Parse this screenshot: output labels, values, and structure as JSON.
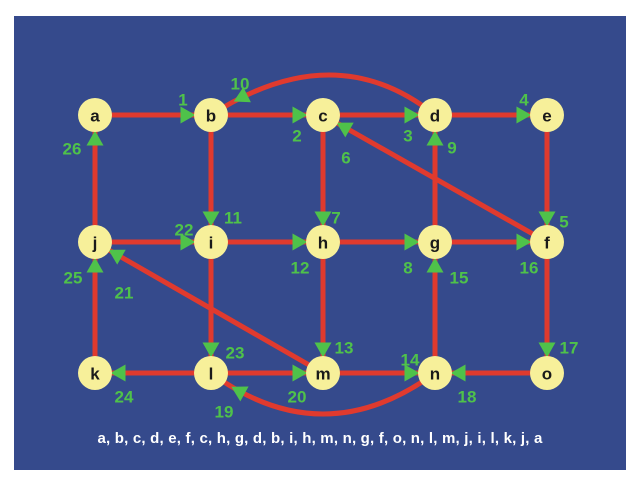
{
  "colors": {
    "background": "#354a8c",
    "edge": "#e03a2e",
    "node_fill": "#f7f09a",
    "arrow": "#4fc24a",
    "order_text": "#4fc24a",
    "sequence_text": "#ffffff"
  },
  "nodes": [
    {
      "id": "a",
      "label": "a"
    },
    {
      "id": "b",
      "label": "b"
    },
    {
      "id": "c",
      "label": "c"
    },
    {
      "id": "d",
      "label": "d"
    },
    {
      "id": "e",
      "label": "e"
    },
    {
      "id": "j",
      "label": "j"
    },
    {
      "id": "i",
      "label": "i"
    },
    {
      "id": "h",
      "label": "h"
    },
    {
      "id": "g",
      "label": "g"
    },
    {
      "id": "f",
      "label": "f"
    },
    {
      "id": "k",
      "label": "k"
    },
    {
      "id": "l",
      "label": "l"
    },
    {
      "id": "m",
      "label": "m"
    },
    {
      "id": "n",
      "label": "n"
    },
    {
      "id": "o",
      "label": "o"
    }
  ],
  "edges": [
    {
      "step": "1",
      "from": "a",
      "to": "b"
    },
    {
      "step": "2",
      "from": "b",
      "to": "c"
    },
    {
      "step": "3",
      "from": "c",
      "to": "d"
    },
    {
      "step": "4",
      "from": "d",
      "to": "e"
    },
    {
      "step": "5",
      "from": "e",
      "to": "f"
    },
    {
      "step": "6",
      "from": "f",
      "to": "c"
    },
    {
      "step": "7",
      "from": "c",
      "to": "h"
    },
    {
      "step": "8",
      "from": "h",
      "to": "g"
    },
    {
      "step": "9",
      "from": "g",
      "to": "d"
    },
    {
      "step": "10",
      "from": "d",
      "to": "b",
      "curved": true
    },
    {
      "step": "11",
      "from": "b",
      "to": "i"
    },
    {
      "step": "12",
      "from": "i",
      "to": "h"
    },
    {
      "step": "13",
      "from": "h",
      "to": "m"
    },
    {
      "step": "14",
      "from": "m",
      "to": "n"
    },
    {
      "step": "15",
      "from": "n",
      "to": "g"
    },
    {
      "step": "16",
      "from": "g",
      "to": "f"
    },
    {
      "step": "17",
      "from": "f",
      "to": "o"
    },
    {
      "step": "18",
      "from": "o",
      "to": "n"
    },
    {
      "step": "19",
      "from": "n",
      "to": "l",
      "curved": true
    },
    {
      "step": "20",
      "from": "l",
      "to": "m"
    },
    {
      "step": "21",
      "from": "m",
      "to": "j"
    },
    {
      "step": "22",
      "from": "j",
      "to": "i"
    },
    {
      "step": "23",
      "from": "i",
      "to": "l"
    },
    {
      "step": "24",
      "from": "l",
      "to": "k"
    },
    {
      "step": "25",
      "from": "k",
      "to": "j"
    },
    {
      "step": "26",
      "from": "j",
      "to": "a"
    }
  ],
  "sequence": "a, b, c, d, e, f, c, h, g, d, b, i, h, m, n, g, f, o, n, l, m, j, i, l, k, j, a"
}
